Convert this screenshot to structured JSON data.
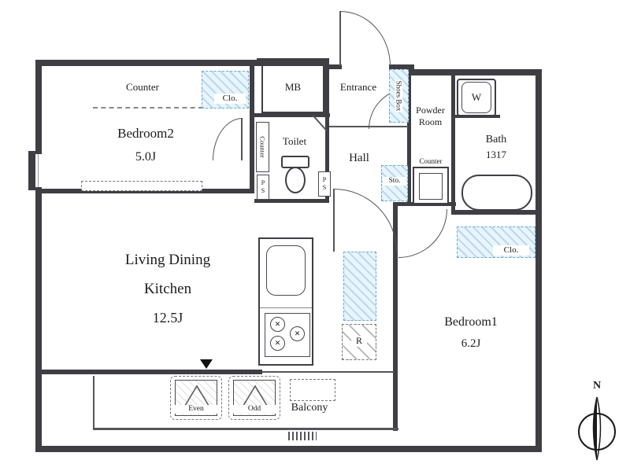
{
  "colors": {
    "wall": "#3e3e44",
    "line": "#55555a",
    "hatch_fill": "#e9f4fb",
    "hatch_stripe": "#b7d9ee",
    "hatch_border": "#6fa8d2"
  },
  "rooms": {
    "bedroom2": {
      "name": "Bedroom2",
      "size": "5.0J"
    },
    "ldk": {
      "line1": "Living Dining",
      "line2": "Kitchen",
      "size": "12.5J"
    },
    "bedroom1": {
      "name": "Bedroom1",
      "size": "6.2J"
    },
    "bath": {
      "name": "Bath",
      "size": "1317"
    },
    "powder": {
      "line1": "Powder",
      "line2": "Room"
    },
    "toilet": {
      "name": "Toilet"
    },
    "hall": {
      "name": "Hall"
    },
    "entrance": {
      "name": "Entrance"
    },
    "balcony": {
      "name": "Balcony"
    }
  },
  "labels": {
    "counter_bedroom2": "Counter",
    "counter_toilet": "Counter",
    "counter_hall": "Counter",
    "clo_bedroom2": "Clo.",
    "clo_bedroom1": "Clo.",
    "shoes_box": "Shoes Box",
    "mb": "MB",
    "washer": "W",
    "sto": "Sto.",
    "ps_left": "PS",
    "ps_right": "PS",
    "fridge": "R",
    "hatch_even": "Even",
    "hatch_odd": "Odd",
    "compass_north": "N"
  }
}
